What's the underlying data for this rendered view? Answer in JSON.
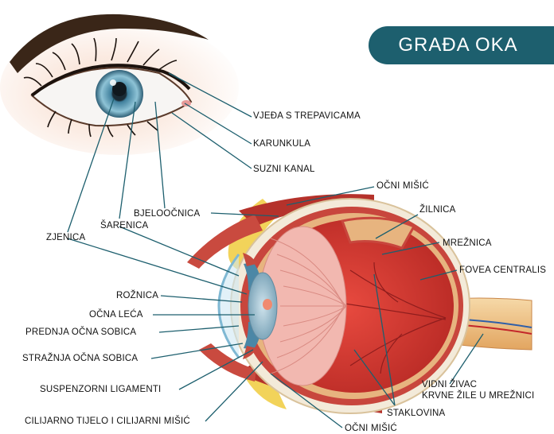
{
  "title": "GRAĐA OKA",
  "colors": {
    "title_bg": "#1d5f6e",
    "title_text": "#ffffff",
    "leader_line": "#1d5f6e",
    "sclera": "#f3ead9",
    "choroid": "#c8463d",
    "retina": "#e7b47f",
    "vitreous": "#d63d35",
    "iris": "#6fa6c0",
    "fat": "#f2d35a"
  },
  "labels": {
    "vjedja": "VJEĐA S TREPAVICAMA",
    "karunkula": "KARUNKULA",
    "suzni_kanal": "SUZNI KANAL",
    "ocni_misic_top": "OČNI MIŠIĆ",
    "zilnica": "ŽILNICA",
    "bjeloocnica": "BJELOOČNICA",
    "sarenica": "ŠARENICA",
    "zjenica": "ZJENICA",
    "mreznica": "MREŽNICA",
    "fovea": "FOVEA CENTRALIS",
    "roznica": "ROŽNICA",
    "ocna_leca": "OČNA LEĆA",
    "prednja": "PREDNJA OČNA SOBICA",
    "straznja": "STRAŽNJA OČNA SOBICA",
    "suspenzorni": "SUSPENZORNI LIGAMENTI",
    "cilijarno": "CILIJARNO TIJELO I CILIJARNI MIŠIĆ",
    "ocni_misic_bottom": "OČNI MIŠIĆ",
    "staklovina": "STAKLOVINA",
    "vidni_zivac": "VIDNI ŽIVAC",
    "krvne_zile": "KRVNE ŽILE U MREŽNICI"
  }
}
